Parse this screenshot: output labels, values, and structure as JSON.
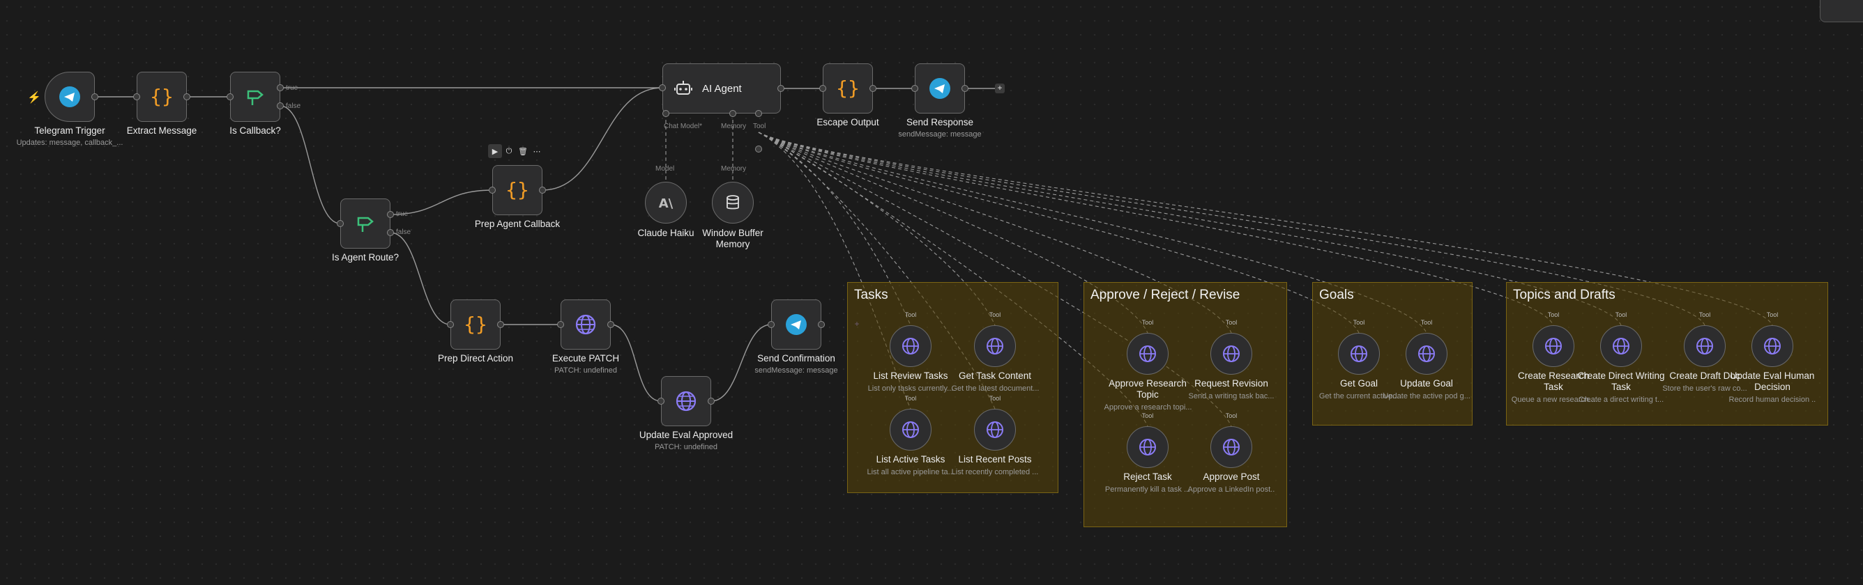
{
  "colors": {
    "accent_orange": "#f29d26",
    "telegram_blue": "#2aa1d9",
    "if_green": "#3cc07a",
    "http_purple": "#8b7cf6",
    "sticky": "#584408"
  },
  "nodes": {
    "telegram_trigger": {
      "label": "Telegram Trigger",
      "sub": "Updates: message, callback_...",
      "icon": "telegram-icon"
    },
    "extract_message": {
      "label": "Extract Message",
      "icon": "code-braces-icon"
    },
    "is_callback": {
      "label": "Is Callback?",
      "icon": "if-icon",
      "true_label": "true",
      "false_label": "false"
    },
    "is_agent_route": {
      "label": "Is Agent Route?",
      "icon": "if-icon",
      "true_label": "true",
      "false_label": "false"
    },
    "prep_agent_callback": {
      "label": "Prep Agent Callback",
      "icon": "code-braces-icon"
    },
    "ai_agent": {
      "label": "AI Agent",
      "icon": "robot-icon",
      "chat_model_label": "Chat Model*",
      "memory_label": "Memory",
      "tool_label": "Tool"
    },
    "escape_output": {
      "label": "Escape Output",
      "icon": "code-braces-icon"
    },
    "send_response": {
      "label": "Send Response",
      "sub": "sendMessage: message",
      "icon": "telegram-icon"
    },
    "claude_haiku": {
      "label": "Claude Haiku",
      "tag": "Model",
      "glyph": "A\\"
    },
    "window_buffer": {
      "label": "Window Buffer\nMemory",
      "tag": "Memory"
    },
    "prep_direct_action": {
      "label": "Prep Direct Action",
      "icon": "code-braces-icon"
    },
    "execute_patch": {
      "label": "Execute PATCH",
      "sub": "PATCH: undefined",
      "icon": "globe-icon"
    },
    "update_eval_approved": {
      "label": "Update Eval Approved",
      "sub": "PATCH: undefined",
      "icon": "globe-icon"
    },
    "send_confirmation": {
      "label": "Send Confirmation",
      "sub": "sendMessage: message",
      "icon": "telegram-icon"
    }
  },
  "toolbar": {
    "buttons": [
      "play-icon",
      "power-icon",
      "trash-icon",
      "more-icon"
    ]
  },
  "tool_tag": "Tool",
  "stickies": [
    {
      "title": "Tasks"
    },
    {
      "title": "Approve / Reject / Revise"
    },
    {
      "title": "Goals"
    },
    {
      "title": "Topics and Drafts"
    }
  ],
  "tools": [
    {
      "label": "List Review Tasks",
      "sub": "List only tasks currently..."
    },
    {
      "label": "Get Task Content",
      "sub": "Get the latest document..."
    },
    {
      "label": "List Active Tasks",
      "sub": "List all active pipeline ta..."
    },
    {
      "label": "List Recent Posts",
      "sub": "List recently completed ..."
    },
    {
      "label": "Approve Research\nTopic",
      "sub": "Approve a research topi..."
    },
    {
      "label": "Request Revision",
      "sub": "Send a writing task bac..."
    },
    {
      "label": "Reject Task",
      "sub": "Permanently kill a task ..."
    },
    {
      "label": "Approve Post",
      "sub": "Approve a LinkedIn post..."
    },
    {
      "label": "Get Goal",
      "sub": "Get the current active..."
    },
    {
      "label": "Update Goal",
      "sub": "Update the active pod g..."
    },
    {
      "label": "Create Research\nTask",
      "sub": "Queue a new research..."
    },
    {
      "label": "Create Direct Writing\nTask",
      "sub": "Create a direct writing t..."
    },
    {
      "label": "Create Draft Doc",
      "sub": "Store the user's raw co..."
    },
    {
      "label": "Update Eval Human\nDecision",
      "sub": "Record human decision ..."
    }
  ]
}
